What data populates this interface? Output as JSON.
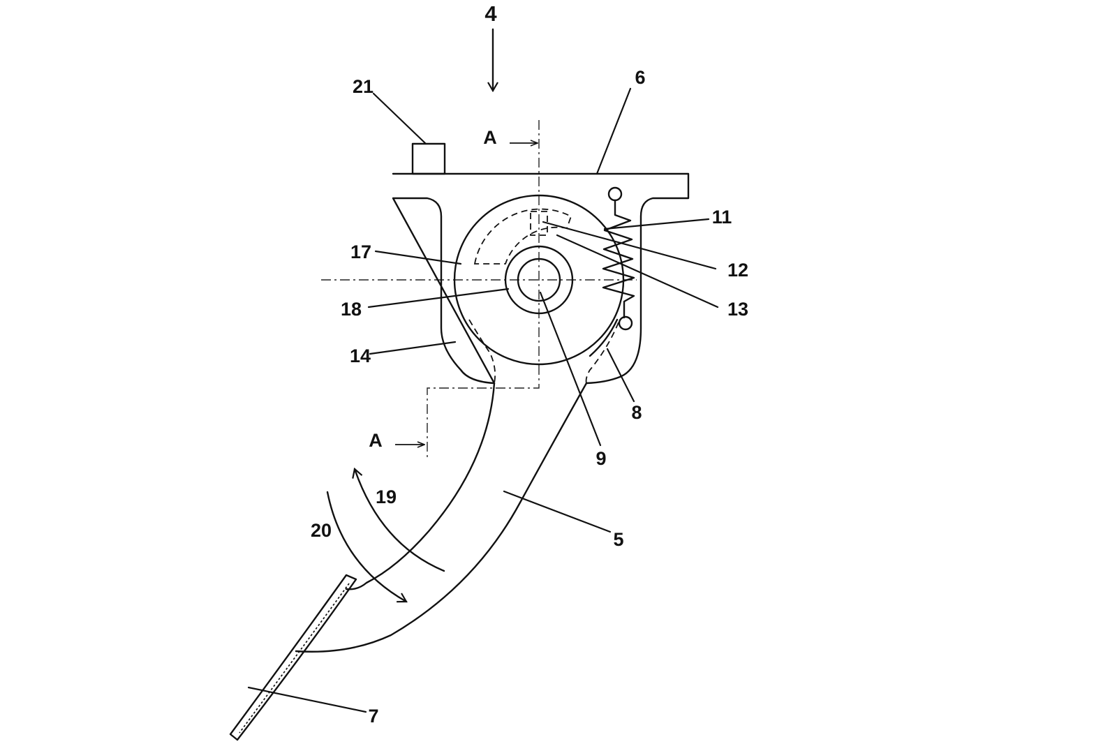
{
  "labels": {
    "view": "4",
    "l21": "21",
    "l6": "6",
    "sectionA_top": "A",
    "sectionA_bottom": "A",
    "l11": "11",
    "l12": "12",
    "l13": "13",
    "l17": "17",
    "l18": "18",
    "l14": "14",
    "l8": "8",
    "l9": "9",
    "l19": "19",
    "l20": "20",
    "l5": "5",
    "l7": "7"
  }
}
